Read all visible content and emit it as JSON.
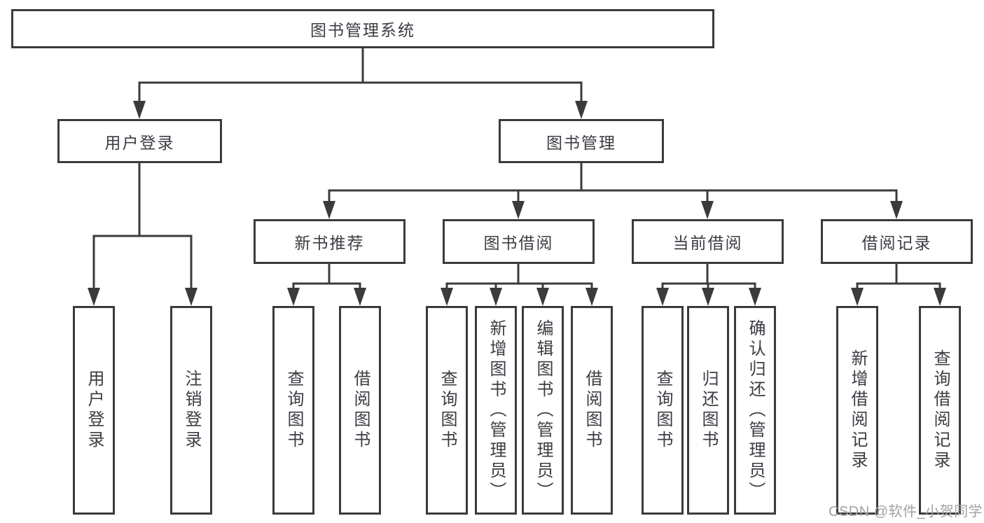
{
  "diagram": {
    "root": {
      "label": "图书管理系统"
    },
    "branches": [
      {
        "label": "用户登录",
        "children": [
          {
            "label": "用户登录"
          },
          {
            "label": "注销登录"
          }
        ]
      },
      {
        "label": "图书管理",
        "children": [
          {
            "label": "新书推荐",
            "children": [
              {
                "label": "查询图书"
              },
              {
                "label": "借阅图书"
              }
            ]
          },
          {
            "label": "图书借阅",
            "children": [
              {
                "label": "查询图书"
              },
              {
                "label": "新增图书（管理员）"
              },
              {
                "label": "编辑图书（管理员）"
              },
              {
                "label": "借阅图书"
              }
            ]
          },
          {
            "label": "当前借阅",
            "children": [
              {
                "label": "查询图书"
              },
              {
                "label": "归还图书"
              },
              {
                "label": "确认归还（管理员）"
              }
            ]
          },
          {
            "label": "借阅记录",
            "children": [
              {
                "label": "新增借阅记录"
              },
              {
                "label": "查询借阅记录"
              }
            ]
          }
        ]
      }
    ]
  },
  "watermark": {
    "text": "CSDN @软件_小贺同学"
  },
  "colors": {
    "line": "#3b3b3b",
    "box_border": "#3b3b3b",
    "text": "#3a3d43",
    "watermark": "#a2a2a2",
    "background": "#ffffff"
  }
}
